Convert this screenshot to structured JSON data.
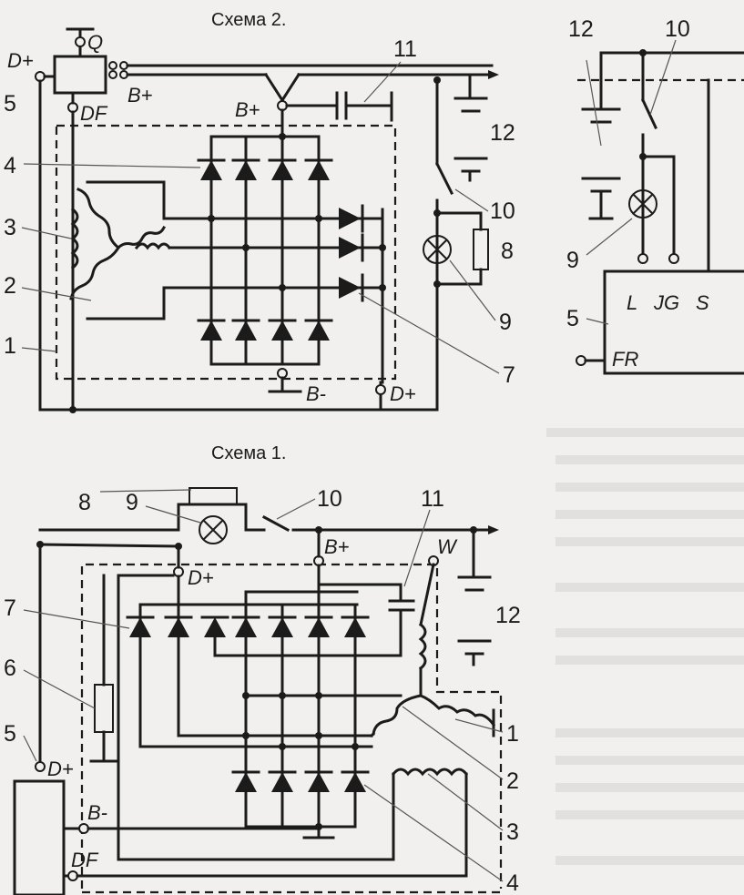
{
  "scheme2": {
    "title": "Схема 2.",
    "terminals": {
      "d_plus": "D+",
      "q": "Q",
      "df": "DF",
      "b_plus_left": "B+",
      "b_plus_center": "B+",
      "b_minus": "B-",
      "d_plus_bottom": "D+"
    },
    "numbers": {
      "n1": "1",
      "n2": "2",
      "n3": "3",
      "n4": "4",
      "n5": "5",
      "n7": "7",
      "n8": "8",
      "n9": "9",
      "n10": "10",
      "n11": "11",
      "n12": "12"
    }
  },
  "scheme_right": {
    "numbers": {
      "n12": "12",
      "n10": "10",
      "n9": "9",
      "n5": "5"
    },
    "pins": {
      "l": "L",
      "jg": "JG",
      "s": "S",
      "fr": "FR"
    }
  },
  "scheme1": {
    "title": "Схема 1.",
    "terminals": {
      "b_plus": "B+",
      "w": "W",
      "d_plus_top": "D+",
      "d_plus_left": "D+",
      "b_minus": "B-",
      "df": "DF"
    },
    "numbers": {
      "n1": "1",
      "n2": "2",
      "n3": "3",
      "n4": "4",
      "n5": "5",
      "n6": "6",
      "n7": "7",
      "n8": "8",
      "n9": "9",
      "n10": "10",
      "n11": "11",
      "n12": "12"
    }
  }
}
